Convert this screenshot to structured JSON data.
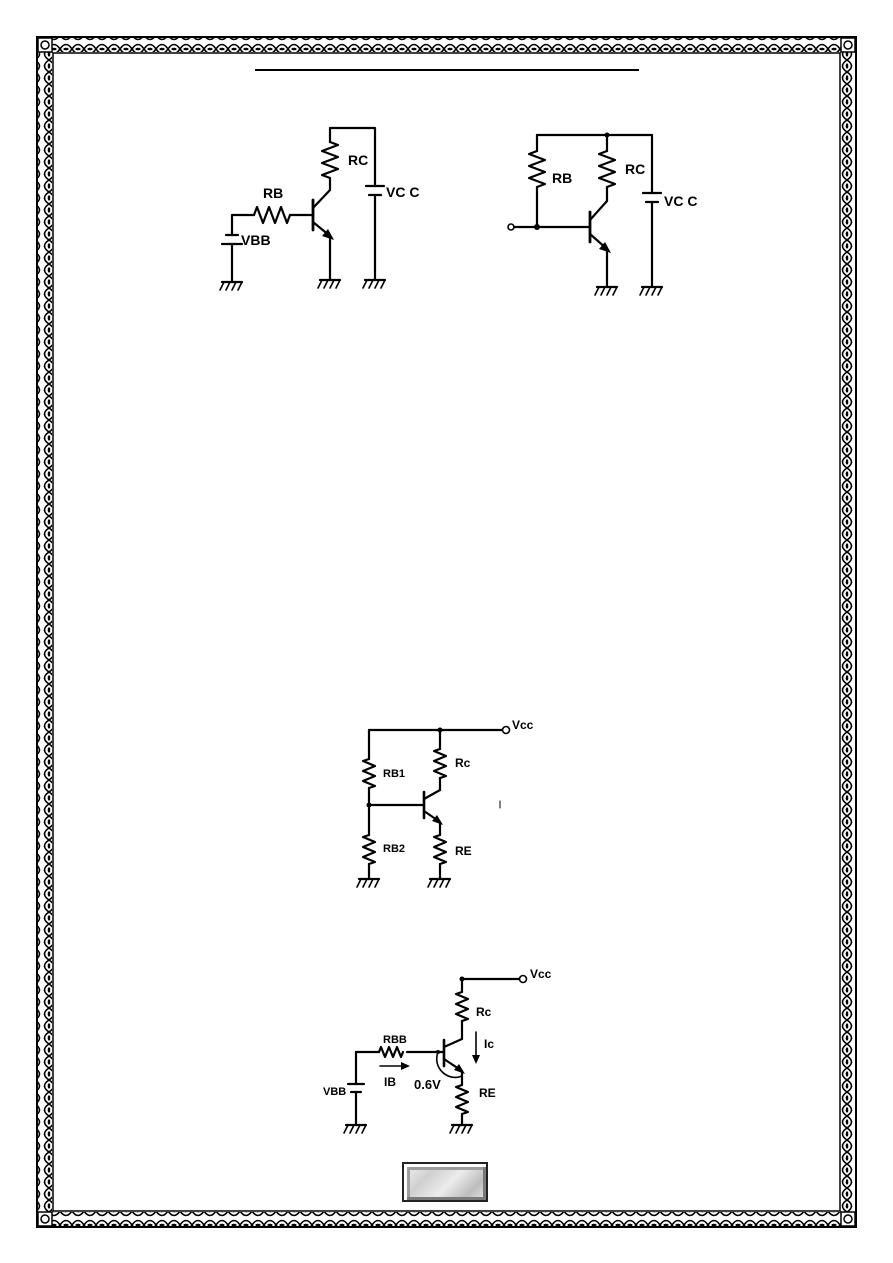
{
  "document": {
    "title_text": "",
    "page_number": ""
  },
  "circuits": {
    "fixed_bias_dual": {
      "rb": "RB",
      "rc": "RC",
      "vbb": "VBB",
      "vcc": "VC C"
    },
    "fixed_bias_single": {
      "rb": "RB",
      "rc": "RC",
      "vcc": "VC C"
    },
    "voltage_divider": {
      "vcc": "Vcc",
      "rb1": "RB1",
      "rc": "Rc",
      "rb2": "RB2",
      "re": "RE"
    },
    "thevenin_equivalent": {
      "vcc": "Vcc",
      "rc": "Rc",
      "rbb": "RBB",
      "ic": "Ic",
      "ib": "IB",
      "vbe": "0.6V",
      "vbb": "VBB",
      "re": "RE"
    }
  }
}
